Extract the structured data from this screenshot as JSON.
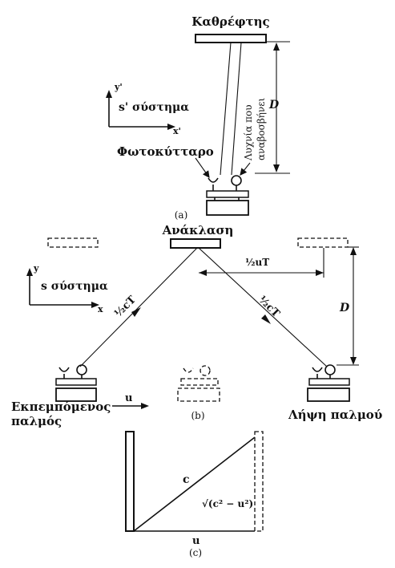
{
  "panel_a": {
    "mirror_label": "Καθρέφτης",
    "frame_label": "s' σύστημα",
    "axis_y": "y'",
    "axis_x": "x'",
    "photocell_label": "Φωτοκύτταρο",
    "lamp_label_line1": "Λυχνία που",
    "lamp_label_line2": "αναβοσβήνει",
    "distance_label": "D",
    "caption": "(a)"
  },
  "panel_b": {
    "reflection_label": "Ανάκλαση",
    "half_ut_label": "½uT",
    "frame_label": "s σύστημα",
    "axis_y": "y",
    "axis_x": "x",
    "path_left_label": "½cT",
    "path_right_label": "½cT",
    "distance_label": "D",
    "emitted_line1": "Εκπεμπόμενος",
    "emitted_line2": "παλμός",
    "velocity_label": "u",
    "received_label": "Λήψη παλμού",
    "caption": "(b)"
  },
  "panel_c": {
    "hyp_label": "c",
    "vertical_label": "√(c² − u²)",
    "base_label": "u",
    "caption": "(c)"
  }
}
